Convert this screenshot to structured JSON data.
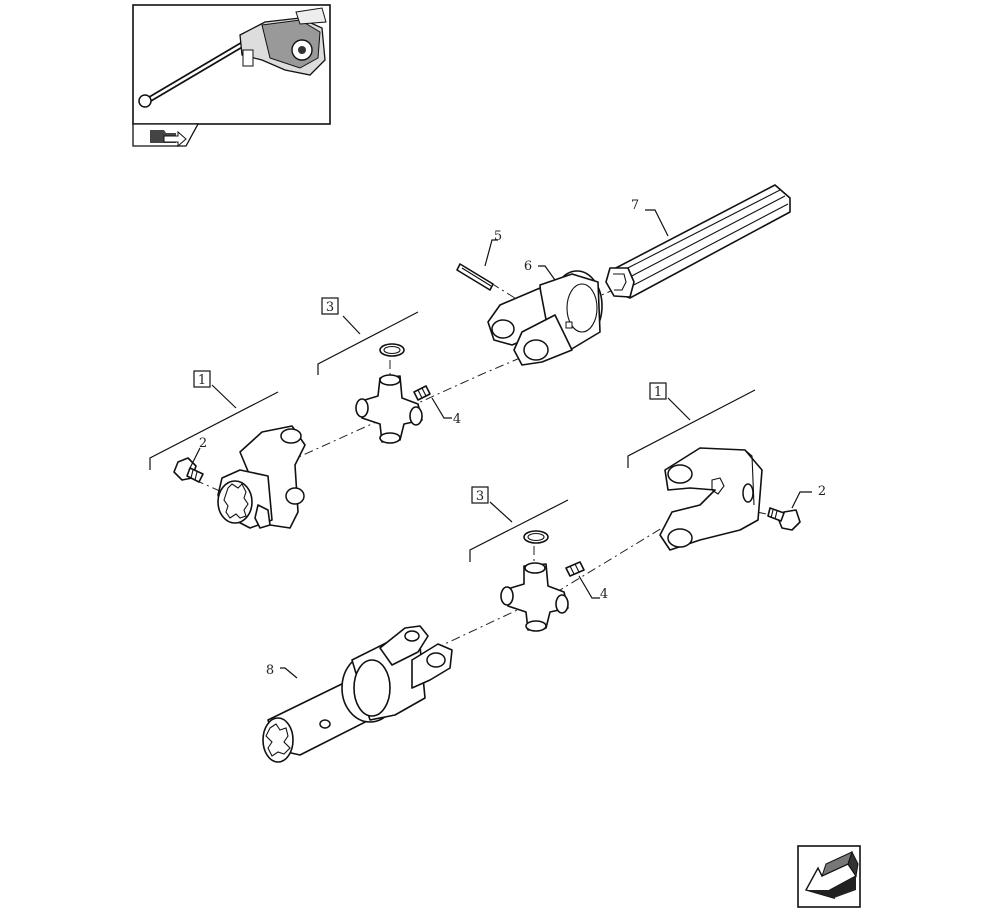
{
  "diagram": {
    "callouts": {
      "c1a": "1",
      "c1b": "1",
      "c2a": "2",
      "c2b": "2",
      "c3a": "3",
      "c3b": "3",
      "c4a": "4",
      "c4b": "4",
      "c5": "5",
      "c6": "6",
      "c7": "7",
      "c8": "8"
    },
    "icons": {
      "thumbnail": "assembly-thumbnail-icon",
      "back": "folder-arrow-icon",
      "nav": "previous-page-arrow-icon"
    }
  }
}
